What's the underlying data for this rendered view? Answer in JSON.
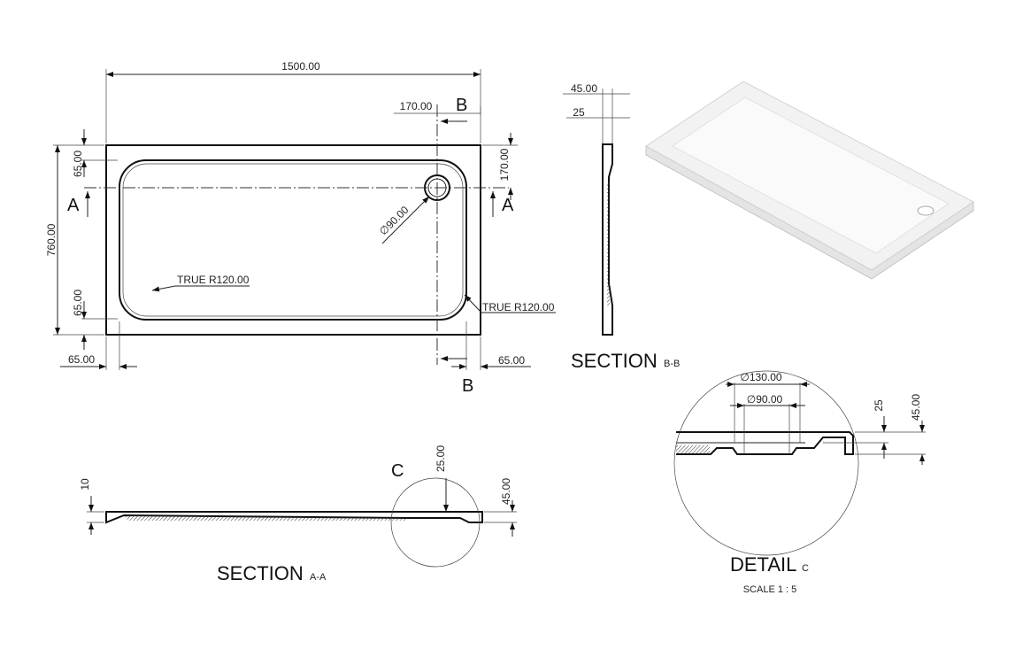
{
  "plan_view": {
    "overall_length": "1500.00",
    "overall_width": "760.00",
    "drain_offset_x": "170.00",
    "drain_offset_y": "170.00",
    "rim_top": "65.00",
    "rim_bottom": "65.00",
    "rim_left": "65.00",
    "rim_right": "65.00",
    "drain_diameter": "∅90.00",
    "radius_left": "TRUE R120.00",
    "radius_right": "TRUE R120.00",
    "section_a_label": "A",
    "section_b_label": "B"
  },
  "section_bb": {
    "dim_total": "45.00",
    "dim_inner": "25",
    "title": "SECTION",
    "suffix": "B-B"
  },
  "section_aa": {
    "dim_10": "10",
    "dim_25": "25.00",
    "dim_45": "45.00",
    "detail_label": "C",
    "title": "SECTION",
    "suffix": "A-A"
  },
  "detail_c": {
    "dim_outer_dia": "∅130.00",
    "dim_inner_dia": "∅90.00",
    "dim_25": "25",
    "dim_45": "45.00",
    "title": "DETAIL",
    "suffix": "C",
    "scale": "SCALE 1 : 5"
  }
}
